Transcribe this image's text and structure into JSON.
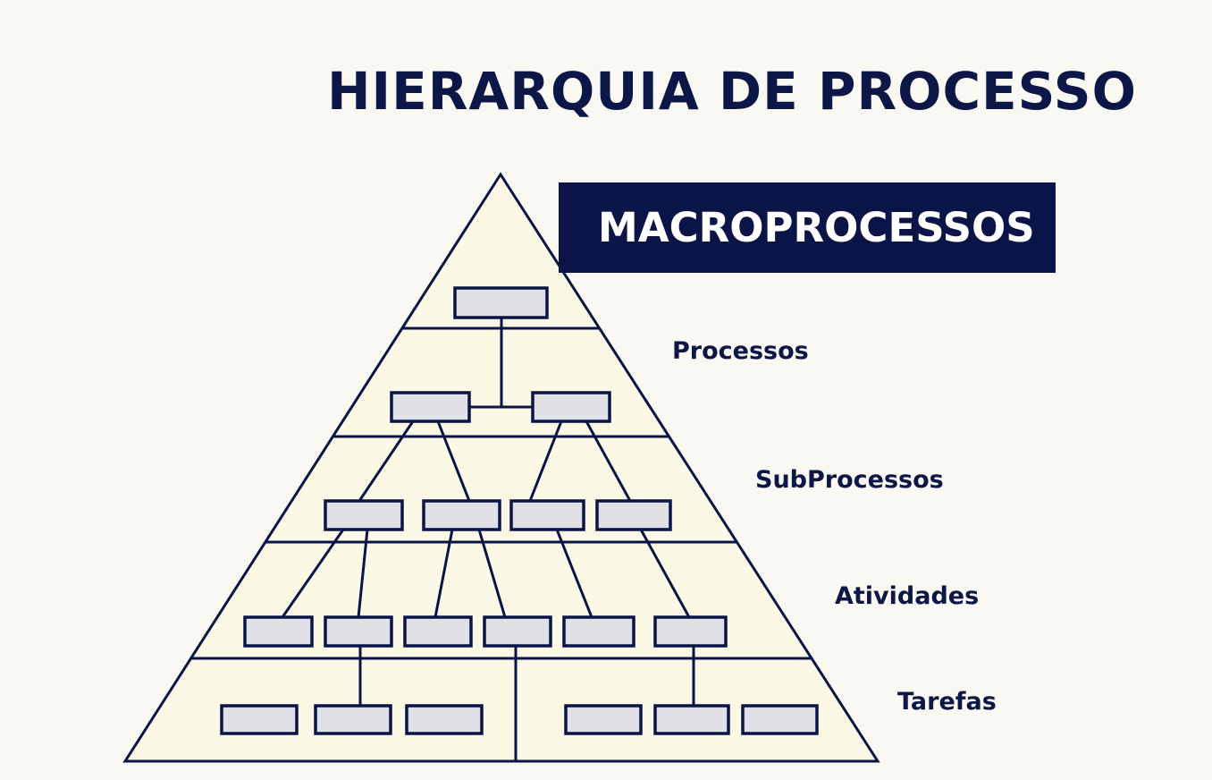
{
  "title": "HIERARQUIA DE PROCESSO",
  "levels": {
    "macro": "MACROPROCESSOS",
    "processos": "Processos",
    "subprocessos": "SubProcessos",
    "atividades": "Atividades",
    "tarefas": "Tarefas"
  },
  "colors": {
    "navy": "#0b1447",
    "pyramid_fill": "#fbf8e6",
    "box_fill": "#dfe1e7",
    "background": "#faf8f2"
  }
}
